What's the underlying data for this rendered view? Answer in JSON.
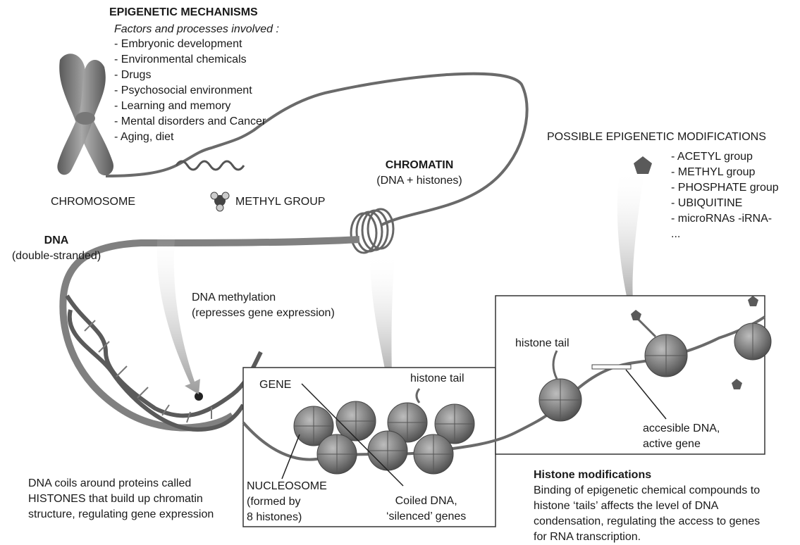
{
  "mechanisms": {
    "title": "EPIGENETIC MECHANISMS",
    "subtitle": "Factors and processes involved :",
    "items": [
      "- Embryonic development",
      "- Environmental chemicals",
      "- Drugs",
      "- Psychosocial environment",
      "- Learning and memory",
      "- Mental disorders and Cancer",
      "- Aging, diet"
    ]
  },
  "chromosome_label": "CHROMOSOME",
  "methyl_group_label": "METHYL GROUP",
  "chromatin": {
    "title": "CHROMATIN",
    "subtitle": "(DNA + histones)"
  },
  "modifications": {
    "title": "POSSIBLE EPIGENETIC MODIFICATIONS",
    "items": [
      "- ACETYL group",
      "- METHYL group",
      "- PHOSPHATE group",
      "- UBIQUITINE",
      "- microRNAs -iRNA-",
      "..."
    ]
  },
  "dna": {
    "title": "DNA",
    "subtitle": "(double-stranded)"
  },
  "methylation": {
    "line1": "DNA methylation",
    "line2": "(represses gene expression)"
  },
  "histone_tail_left": "histone tail",
  "histone_tail_right": "histone tail",
  "gene_label": "GENE",
  "accessible_dna": {
    "line1": "accesible DNA,",
    "line2": "active gene"
  },
  "dna_coils": {
    "lines": [
      "DNA coils around proteins called",
      "HISTONES that build up chromatin",
      "structure, regulating gene expression"
    ]
  },
  "nucleosome": {
    "line1": "NUCLEOSOME",
    "line2": "(formed by",
    "line3": "8 histones)"
  },
  "coiled_dna": {
    "line1": "Coiled DNA,",
    "line2": "‘silenced’ genes"
  },
  "histone_mods": {
    "title": "Histone modifications",
    "lines": [
      "Binding of epigenetic chemical compounds to",
      "histone ‘tails’ affects the level of DNA",
      "condensation, regulating the access to genes",
      "for RNA transcription."
    ]
  }
}
